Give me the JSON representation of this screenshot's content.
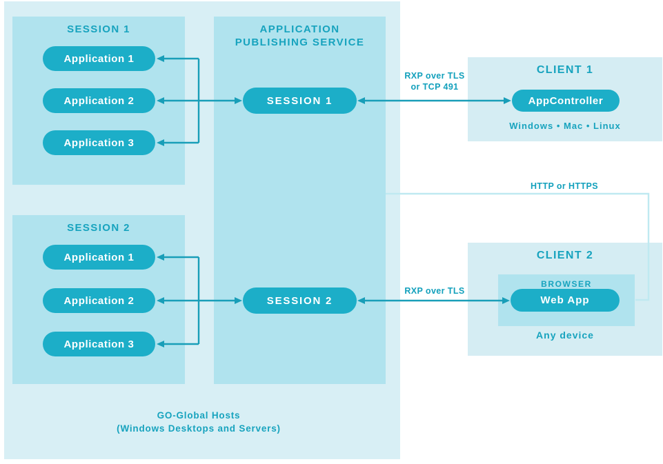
{
  "colors": {
    "host_fill": "#d8eff5",
    "panel_fill": "#b0e3ee",
    "client_fill": "#d5edf3",
    "pill_fill": "#1caec8",
    "pill_text": "#ffffff",
    "teal_text": "#17a3be",
    "arrow_line": "#189eb8",
    "http_line": "#bfe9f1"
  },
  "host": {
    "caption_line1": "GO-Global Hosts",
    "caption_line2": "(Windows Desktops and Servers)",
    "session1": {
      "title": "SESSION 1",
      "apps": [
        "Application 1",
        "Application 2",
        "Application 3"
      ]
    },
    "session2": {
      "title": "SESSION 2",
      "apps": [
        "Application 1",
        "Application 2",
        "Application 3"
      ]
    },
    "aps": {
      "title_line1": "APPLICATION",
      "title_line2": "PUBLISHING SERVICE",
      "session1_pill": "SESSION 1",
      "session2_pill": "SESSION 2"
    }
  },
  "clients": {
    "client1": {
      "title": "CLIENT 1",
      "pill": "AppController",
      "subtitle": "Windows • Mac • Linux"
    },
    "client2": {
      "title": "CLIENT 2",
      "browser_label": "BROWSER",
      "pill": "Web App",
      "subtitle": "Any device"
    }
  },
  "connections": {
    "session1_client1_line1": "RXP over TLS",
    "session1_client1_line2": "or TCP 491",
    "session2_client2": "RXP over TLS",
    "http": "HTTP or HTTPS"
  }
}
